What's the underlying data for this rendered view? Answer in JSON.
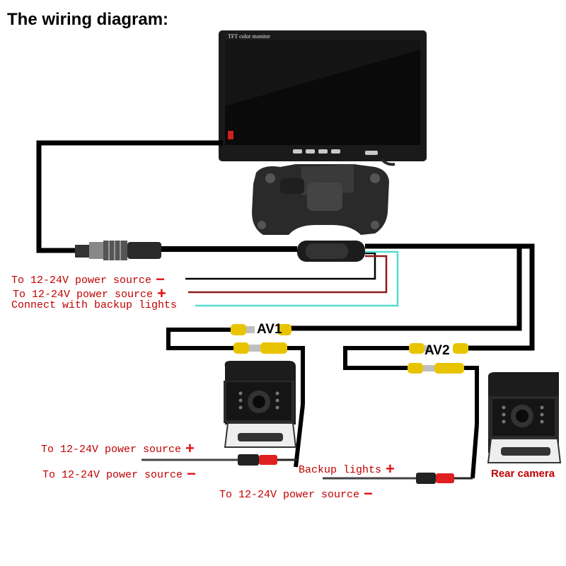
{
  "title": "The wiring diagram:",
  "monitor": {
    "brand_text": "TFT color monitor"
  },
  "labels": {
    "monitor_power_negative": "To 12-24V power source",
    "monitor_power_positive": "To 12-24V power source",
    "backup_lights_connect": "Connect with backup lights",
    "cam1_power_positive": "To 12-24V power source",
    "cam1_power_negative": "To 12-24V power source",
    "backup_lights": "Backup lights",
    "cam2_power_negative": "To 12-24V power source",
    "rear_camera": "Rear camera",
    "av1": "AV1",
    "av2": "AV2"
  },
  "signs": {
    "plus": "+",
    "minus": "−"
  },
  "colors": {
    "label_red": "#c00000",
    "sign_red": "#e01010",
    "backup_wire": "#55ddd0",
    "positive_wire": "#8b1a1a",
    "connector_yellow": "#e8c400"
  }
}
